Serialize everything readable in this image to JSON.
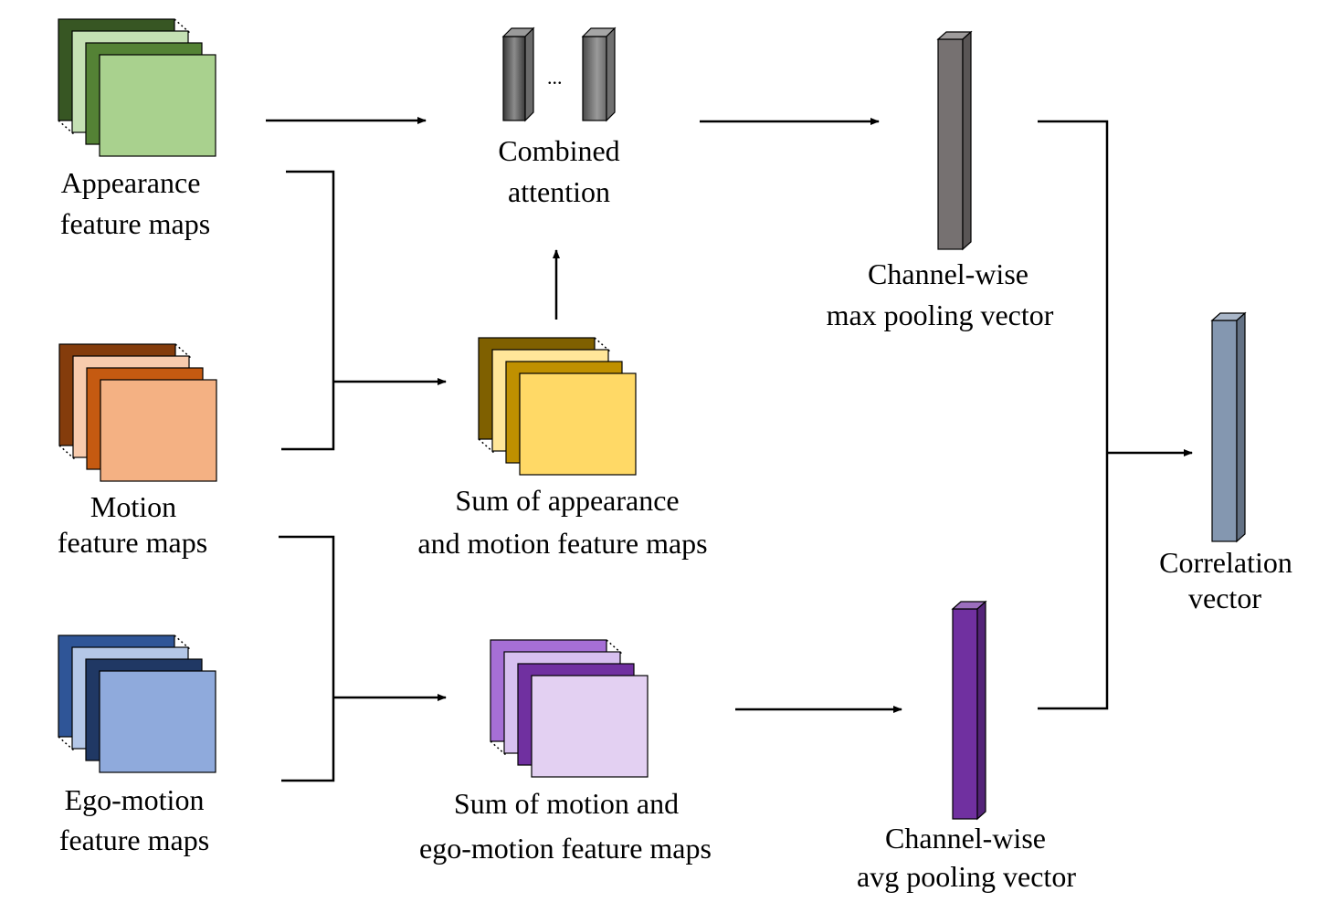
{
  "labels": {
    "appearance": [
      "Appearance",
      "feature maps"
    ],
    "motion": [
      "Motion",
      "feature maps"
    ],
    "ego_motion": [
      "Ego-motion",
      "feature maps"
    ],
    "combined_attention": [
      "Combined",
      "attention"
    ],
    "attention_ellipsis": "...",
    "sum_app_motion": [
      "Sum of appearance",
      "and motion feature maps"
    ],
    "sum_motion_ego": [
      "Sum of motion and",
      "ego-motion feature maps"
    ],
    "max_pooling": [
      "Channel-wise",
      "max pooling vector"
    ],
    "avg_pooling": [
      "Channel-wise",
      "avg pooling vector"
    ],
    "correlation": [
      "Correlation",
      "vector"
    ]
  },
  "colors": {
    "appearance": [
      "#375623",
      "#c5e0b4",
      "#548235",
      "#a9d18e"
    ],
    "motion": [
      "#843c0c",
      "#f8cbad",
      "#c55a11",
      "#f4b183"
    ],
    "ego_motion": [
      "#2f5597",
      "#b4c7e7",
      "#203864",
      "#8faadc"
    ],
    "sum_app_motion": [
      "#7f6000",
      "#ffe699",
      "#bf9000",
      "#ffd966"
    ],
    "sum_motion_ego": [
      "#a66fd6",
      "#d7c0ef",
      "#7030a0",
      "#e3d0f2"
    ],
    "max_pool_vector": "#767171",
    "avg_pool_vector": "#7030a0",
    "correlation_vector": "#8497b0",
    "attention_vector": "#595959"
  }
}
